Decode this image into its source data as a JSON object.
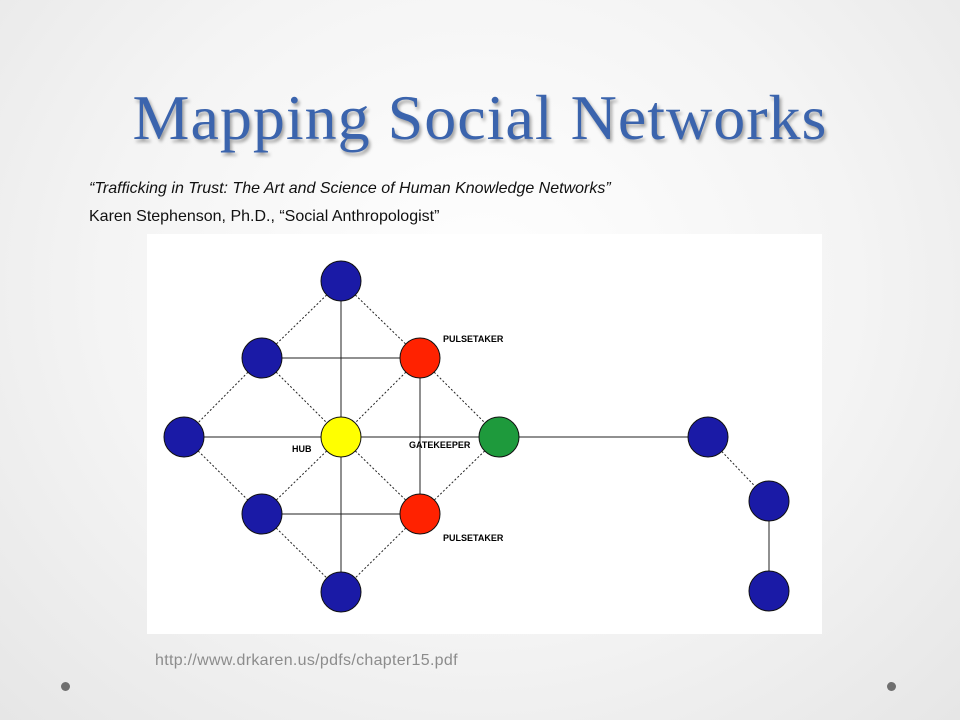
{
  "slide": {
    "title": "Mapping Social Networks",
    "subtitle_citation": "“Trafficking in Trust: The Art and Science of Human Knowledge Networks”",
    "subtitle_author": "Karen  Stephenson, Ph.D., “Social Anthropologist”",
    "source_url": "http://www.drkaren.us/pdfs/chapter15.pdf"
  },
  "diagram": {
    "colors": {
      "hub": "#ffff00",
      "pulsetaker": "#ff2200",
      "gatekeeper": "#1e9a3c",
      "member": "#1a1aa6",
      "edge": "#222222"
    },
    "labels": {
      "hub": "HUB",
      "gatekeeper": "GATEKEEPER",
      "pulsetaker_top": "PULSETAKER",
      "pulsetaker_bottom": "PULSETAKER"
    }
  }
}
